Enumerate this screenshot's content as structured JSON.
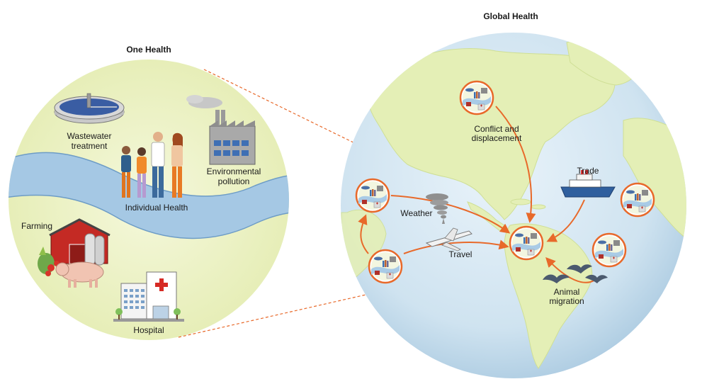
{
  "one_health": {
    "title": "One Health",
    "labels": {
      "wastewater_1": "Wastewater",
      "wastewater_2": "treatment",
      "environmental_1": "Environmental",
      "environmental_2": "pollution",
      "individual_health": "Individual Health",
      "farming": "Farming",
      "hospital": "Hospital"
    }
  },
  "global_health": {
    "title": "Global Health",
    "labels": {
      "conflict_1": "Conflict and",
      "conflict_2": "displacement",
      "trade": "Trade",
      "weather": "Weather",
      "travel": "Travel",
      "animal_1": "Animal",
      "animal_2": "migration"
    }
  },
  "colors": {
    "arrow": "#e8692a",
    "ocean": "#cfe4f1",
    "land": "#e4efb6",
    "one_health_disc": "#eef3c6",
    "river": "#9ec3e0"
  },
  "icons": [
    "wastewater-tank-icon",
    "factory-icon",
    "family-icon",
    "barn-icon",
    "pig-icon",
    "hospital-icon",
    "tornado-icon",
    "airplane-icon",
    "ship-icon",
    "bird-icon",
    "community-icon"
  ]
}
